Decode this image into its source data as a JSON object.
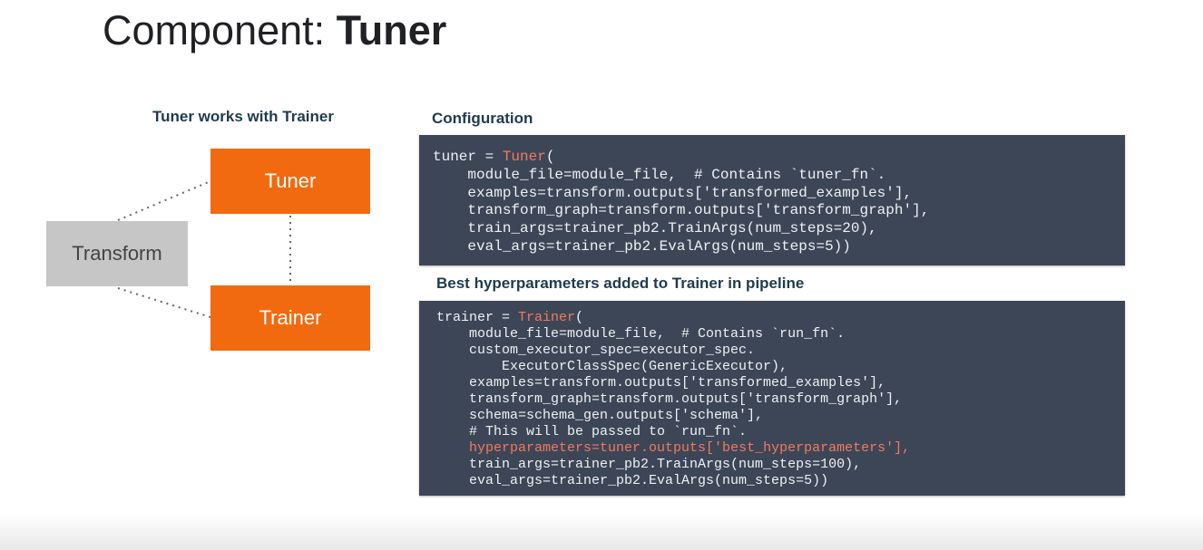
{
  "title": {
    "prefix": "Component: ",
    "bold": "Tuner"
  },
  "diagram": {
    "heading": "Tuner works with Trainer",
    "tuner_label": "Tuner",
    "trainer_label": "Trainer",
    "transform_label": "Transform",
    "colors": {
      "orange": "#f26a10",
      "grey": "#c6c6c6"
    }
  },
  "config": {
    "heading": "Configuration",
    "lines": [
      [
        {
          "t": "tuner = "
        },
        {
          "t": "Tuner",
          "hl": true
        },
        {
          "t": "("
        }
      ],
      [
        {
          "t": "    module_file=module_file,  # Contains `tuner_fn`."
        }
      ],
      [
        {
          "t": "    examples=transform.outputs['transformed_examples'],"
        }
      ],
      [
        {
          "t": "    transform_graph=transform.outputs['transform_graph'],"
        }
      ],
      [
        {
          "t": "    train_args=trainer_pb2.TrainArgs(num_steps=20),"
        }
      ],
      [
        {
          "t": "    eval_args=trainer_pb2.EvalArgs(num_steps=5))"
        }
      ]
    ]
  },
  "best": {
    "heading": "Best hyperparameters added to Trainer in pipeline",
    "lines": [
      [
        {
          "t": "trainer = "
        },
        {
          "t": "Trainer",
          "hl": true
        },
        {
          "t": "("
        }
      ],
      [
        {
          "t": "    module_file=module_file,  # Contains `run_fn`."
        }
      ],
      [
        {
          "t": "    custom_executor_spec=executor_spec."
        }
      ],
      [
        {
          "t": "        ExecutorClassSpec(GenericExecutor),"
        }
      ],
      [
        {
          "t": "    examples=transform.outputs['transformed_examples'],"
        }
      ],
      [
        {
          "t": "    transform_graph=transform.outputs['transform_graph'],"
        }
      ],
      [
        {
          "t": "    schema=schema_gen.outputs['schema'],"
        }
      ],
      [
        {
          "t": "    # This will be passed to `run_fn`."
        }
      ],
      [
        {
          "t": "    "
        },
        {
          "t": "hyperparameters=tuner.outputs['best_hyperparameters'],",
          "hl": true
        }
      ],
      [
        {
          "t": "    train_args=trainer_pb2.TrainArgs(num_steps=100),"
        }
      ],
      [
        {
          "t": "    eval_args=trainer_pb2.EvalArgs(num_steps=5))"
        }
      ]
    ]
  }
}
